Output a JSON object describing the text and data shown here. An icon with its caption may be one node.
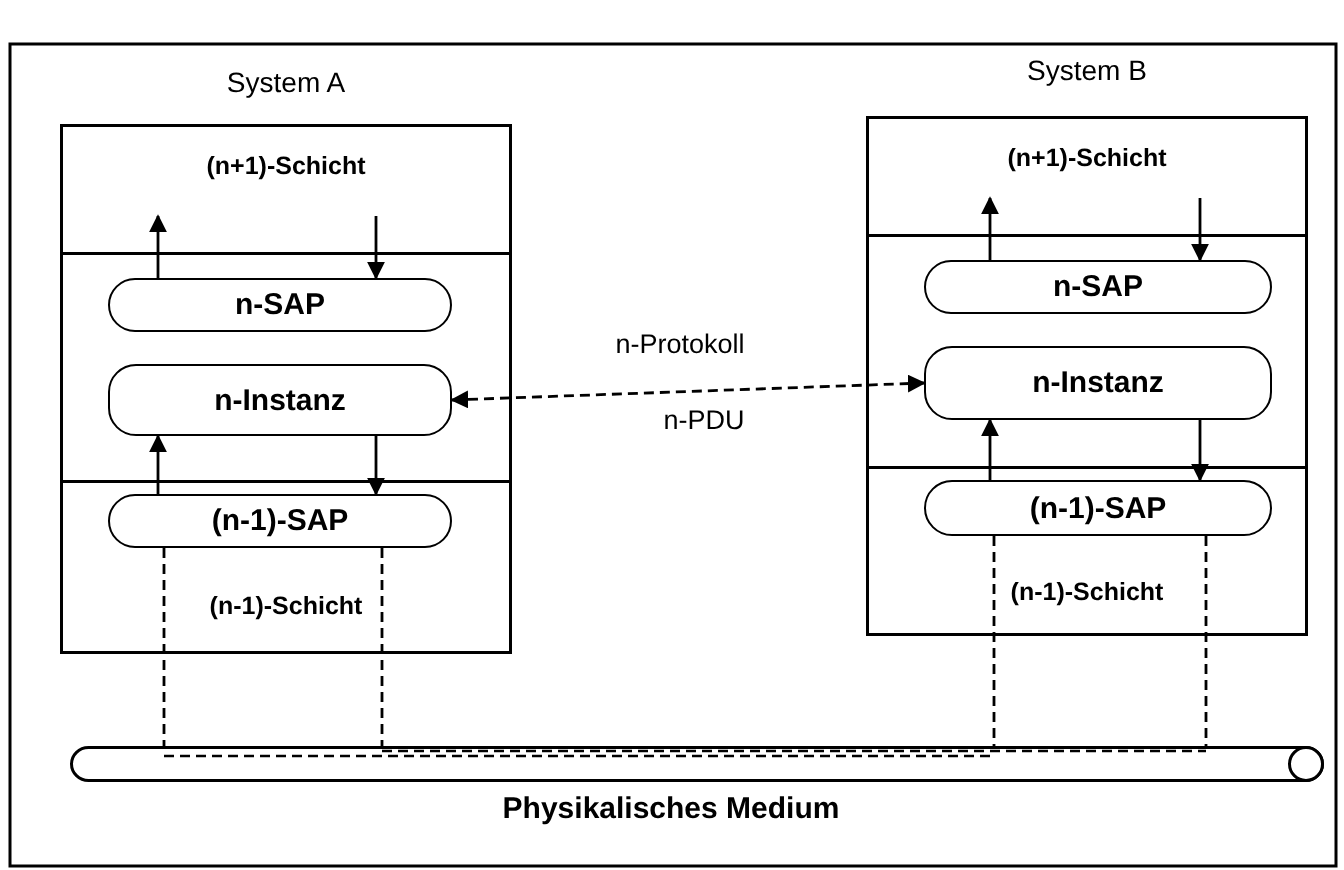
{
  "diagram": {
    "nodes": [
      {
        "text": [
          "System A"
        ]
      },
      {
        "text": [
          "(n+1)-Schicht"
        ],
        "in": 0
      },
      {
        "text": [],
        "shape": "box",
        "in": 0
      },
      {
        "text": [
          "n-SAP"
        ],
        "in": 2
      },
      {
        "text": [
          "n-Instanz"
        ],
        "in": 2
      },
      {
        "text": [
          "(n-1)-Schicht"
        ],
        "in": 0
      },
      {
        "text": [
          "(n-1)-SAP"
        ],
        "in": 5
      },
      {
        "text": [
          "System B"
        ]
      },
      {
        "text": [
          "(n+1)-Schicht"
        ],
        "in": 7
      },
      {
        "text": [],
        "shape": "box",
        "in": 7
      },
      {
        "text": [
          "n-SAP"
        ],
        "in": 9
      },
      {
        "text": [
          "n-Instanz"
        ],
        "in": 9
      },
      {
        "text": [
          "(n-1)-Schicht"
        ],
        "in": 7
      },
      {
        "text": [
          "(n-1)-SAP"
        ],
        "in": 12
      },
      {
        "text": [
          "Physikalisches Medium"
        ]
      }
    ],
    "edges": [
      {
        "from": 3,
        "to": 1,
        "arrow": "to"
      },
      {
        "from": 1,
        "to": 3,
        "arrow": "to"
      },
      {
        "from": 6,
        "to": 4,
        "arrow": "to"
      },
      {
        "from": 4,
        "to": 6,
        "arrow": "to"
      },
      {
        "from": 10,
        "to": 8,
        "arrow": "to"
      },
      {
        "from": 8,
        "to": 10,
        "arrow": "to"
      },
      {
        "from": 13,
        "to": 11,
        "arrow": "to"
      },
      {
        "from": 11,
        "to": 13,
        "arrow": "to"
      },
      {
        "from": 4,
        "to": 11,
        "arrow": "both",
        "style": "dashed",
        "label": "n-Protokoll"
      },
      {
        "from": 6,
        "to": 14,
        "arrow": "none",
        "style": "dashed"
      },
      {
        "from": 6,
        "to": 14,
        "arrow": "none",
        "style": "dashed"
      },
      {
        "from": 13,
        "to": 14,
        "arrow": "none",
        "style": "dashed"
      },
      {
        "from": 13,
        "to": 14,
        "arrow": "none",
        "style": "dashed"
      }
    ],
    "labels": [
      "n-PDU"
    ]
  }
}
